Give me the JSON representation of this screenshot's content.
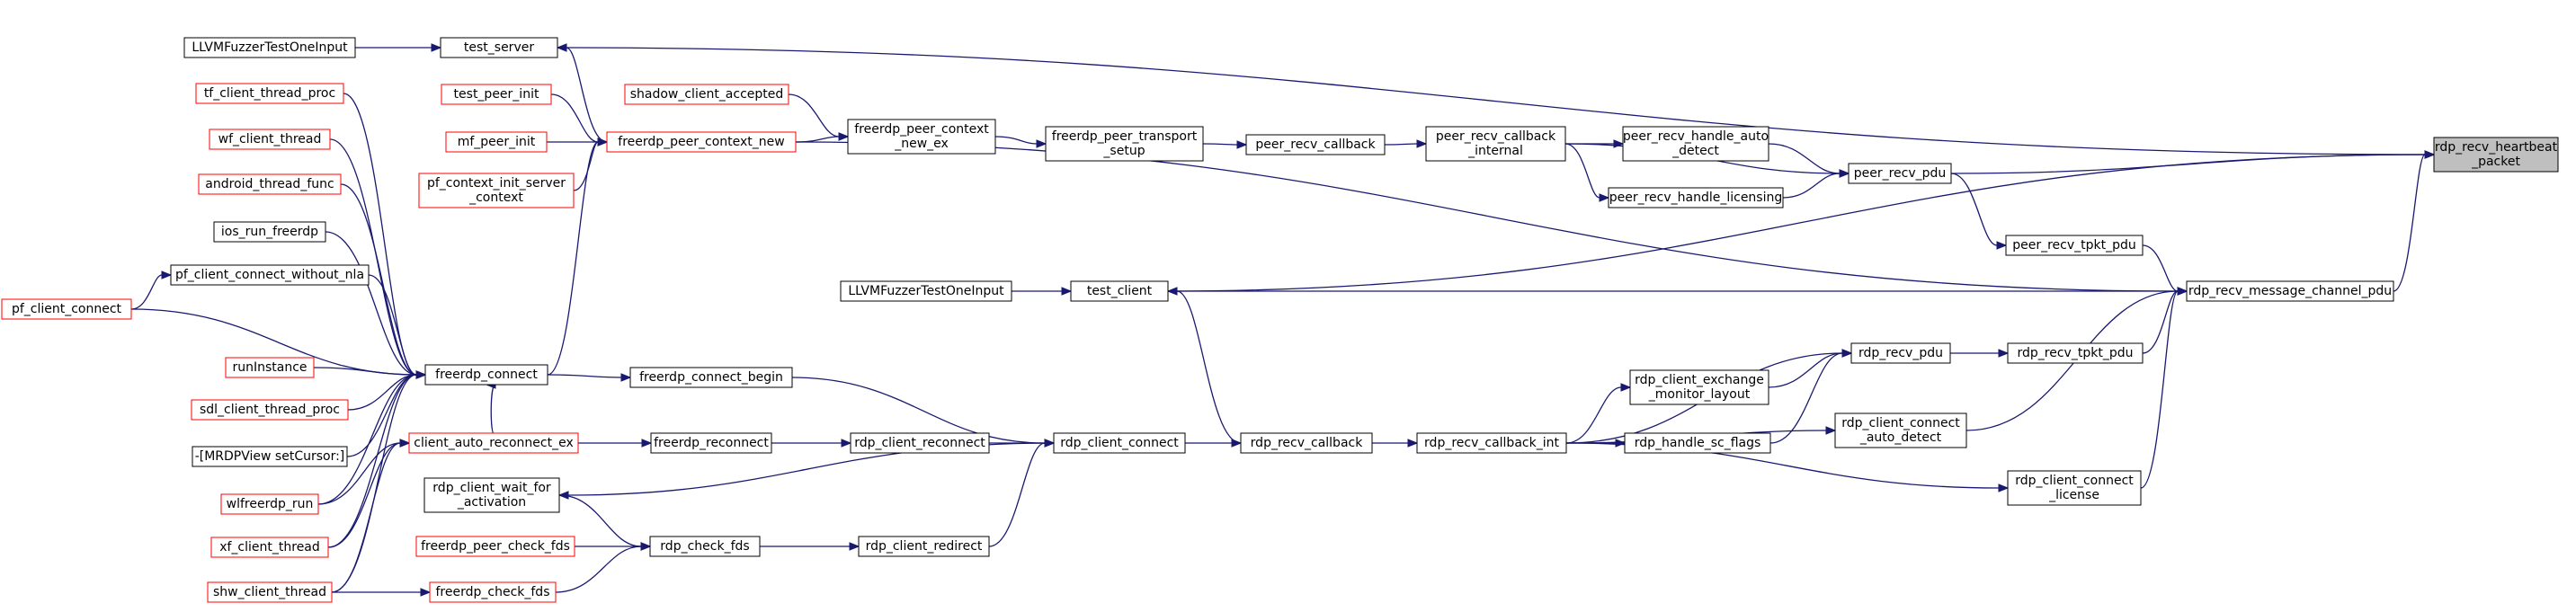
{
  "colors": {
    "edge": "#191970",
    "red_border": "#ff0000",
    "black_border": "#000000",
    "root_fill": "#bfbfbf"
  },
  "nodes": {
    "rdp_recv_heartbeat_packet": {
      "lines": [
        "rdp_recv_heartbeat",
        "_packet"
      ],
      "style": "root"
    },
    "test_server": {
      "lines": [
        "test_server"
      ],
      "style": "black"
    },
    "LLVMFuzzerTestOneInput_1": {
      "lines": [
        "LLVMFuzzerTestOneInput"
      ],
      "style": "black"
    },
    "tf_client_thread_proc": {
      "lines": [
        "tf_client_thread_proc"
      ],
      "style": "red"
    },
    "wf_client_thread": {
      "lines": [
        "wf_client_thread"
      ],
      "style": "red"
    },
    "android_thread_func": {
      "lines": [
        "android_thread_func"
      ],
      "style": "red"
    },
    "ios_run_freerdp": {
      "lines": [
        "ios_run_freerdp"
      ],
      "style": "black"
    },
    "pf_client_connect_without_nla": {
      "lines": [
        "pf_client_connect_without_nla"
      ],
      "style": "black"
    },
    "pf_client_connect": {
      "lines": [
        "pf_client_connect"
      ],
      "style": "red"
    },
    "runInstance": {
      "lines": [
        "runInstance"
      ],
      "style": "red"
    },
    "sdl_client_thread_proc": {
      "lines": [
        "sdl_client_thread_proc"
      ],
      "style": "red"
    },
    "MRDPView_setCursor": {
      "lines": [
        "-[MRDPView setCursor:]"
      ],
      "style": "black"
    },
    "wlfreerdp_run": {
      "lines": [
        "wlfreerdp_run"
      ],
      "style": "red"
    },
    "xf_client_thread": {
      "lines": [
        "xf_client_thread"
      ],
      "style": "red"
    },
    "shw_client_thread": {
      "lines": [
        "shw_client_thread"
      ],
      "style": "red"
    },
    "test_peer_init": {
      "lines": [
        "test_peer_init"
      ],
      "style": "red"
    },
    "mf_peer_init": {
      "lines": [
        "mf_peer_init"
      ],
      "style": "red"
    },
    "pf_context_init_server_context": {
      "lines": [
        "pf_context_init_server",
        "_context"
      ],
      "style": "red"
    },
    "shadow_client_accepted": {
      "lines": [
        "shadow_client_accepted"
      ],
      "style": "red"
    },
    "freerdp_peer_context_new": {
      "lines": [
        "freerdp_peer_context_new"
      ],
      "style": "red"
    },
    "freerdp_peer_context_new_ex": {
      "lines": [
        "freerdp_peer_context",
        "_new_ex"
      ],
      "style": "black"
    },
    "freerdp_peer_transport_setup": {
      "lines": [
        "freerdp_peer_transport",
        "_setup"
      ],
      "style": "black"
    },
    "peer_recv_callback": {
      "lines": [
        "peer_recv_callback"
      ],
      "style": "black"
    },
    "peer_recv_callback_internal": {
      "lines": [
        "peer_recv_callback",
        "_internal"
      ],
      "style": "black"
    },
    "peer_recv_handle_auto_detect": {
      "lines": [
        "peer_recv_handle_auto",
        "_detect"
      ],
      "style": "black"
    },
    "peer_recv_handle_licensing": {
      "lines": [
        "peer_recv_handle_licensing"
      ],
      "style": "black"
    },
    "peer_recv_pdu": {
      "lines": [
        "peer_recv_pdu"
      ],
      "style": "black"
    },
    "peer_recv_tpkt_pdu": {
      "lines": [
        "peer_recv_tpkt_pdu"
      ],
      "style": "black"
    },
    "LLVMFuzzerTestOneInput_2": {
      "lines": [
        "LLVMFuzzerTestOneInput"
      ],
      "style": "black"
    },
    "test_client": {
      "lines": [
        "test_client"
      ],
      "style": "black"
    },
    "rdp_recv_message_channel_pdu": {
      "lines": [
        "rdp_recv_message_channel_pdu"
      ],
      "style": "black"
    },
    "freerdp_connect": {
      "lines": [
        "freerdp_connect"
      ],
      "style": "black"
    },
    "freerdp_connect_begin": {
      "lines": [
        "freerdp_connect_begin"
      ],
      "style": "black"
    },
    "client_auto_reconnect_ex": {
      "lines": [
        "client_auto_reconnect_ex"
      ],
      "style": "red"
    },
    "freerdp_reconnect": {
      "lines": [
        "freerdp_reconnect"
      ],
      "style": "black"
    },
    "rdp_client_reconnect": {
      "lines": [
        "rdp_client_reconnect"
      ],
      "style": "black"
    },
    "rdp_client_connect": {
      "lines": [
        "rdp_client_connect"
      ],
      "style": "black"
    },
    "rdp_client_wait_for_activation": {
      "lines": [
        "rdp_client_wait_for",
        "_activation"
      ],
      "style": "black"
    },
    "freerdp_peer_check_fds": {
      "lines": [
        "freerdp_peer_check_fds"
      ],
      "style": "red"
    },
    "rdp_check_fds": {
      "lines": [
        "rdp_check_fds"
      ],
      "style": "black"
    },
    "rdp_client_redirect": {
      "lines": [
        "rdp_client_redirect"
      ],
      "style": "black"
    },
    "freerdp_check_fds": {
      "lines": [
        "freerdp_check_fds"
      ],
      "style": "red"
    },
    "rdp_recv_callback": {
      "lines": [
        "rdp_recv_callback"
      ],
      "style": "black"
    },
    "rdp_recv_callback_int": {
      "lines": [
        "rdp_recv_callback_int"
      ],
      "style": "black"
    },
    "rdp_client_exchange_monitor_layout": {
      "lines": [
        "rdp_client_exchange",
        "_monitor_layout"
      ],
      "style": "black"
    },
    "rdp_handle_sc_flags": {
      "lines": [
        "rdp_handle_sc_flags"
      ],
      "style": "black"
    },
    "rdp_recv_pdu": {
      "lines": [
        "rdp_recv_pdu"
      ],
      "style": "black"
    },
    "rdp_recv_tpkt_pdu": {
      "lines": [
        "rdp_recv_tpkt_pdu"
      ],
      "style": "black"
    },
    "rdp_client_connect_auto_detect": {
      "lines": [
        "rdp_client_connect",
        "_auto_detect"
      ],
      "style": "black"
    },
    "rdp_client_connect_license": {
      "lines": [
        "rdp_client_connect",
        "_license"
      ],
      "style": "black"
    }
  }
}
